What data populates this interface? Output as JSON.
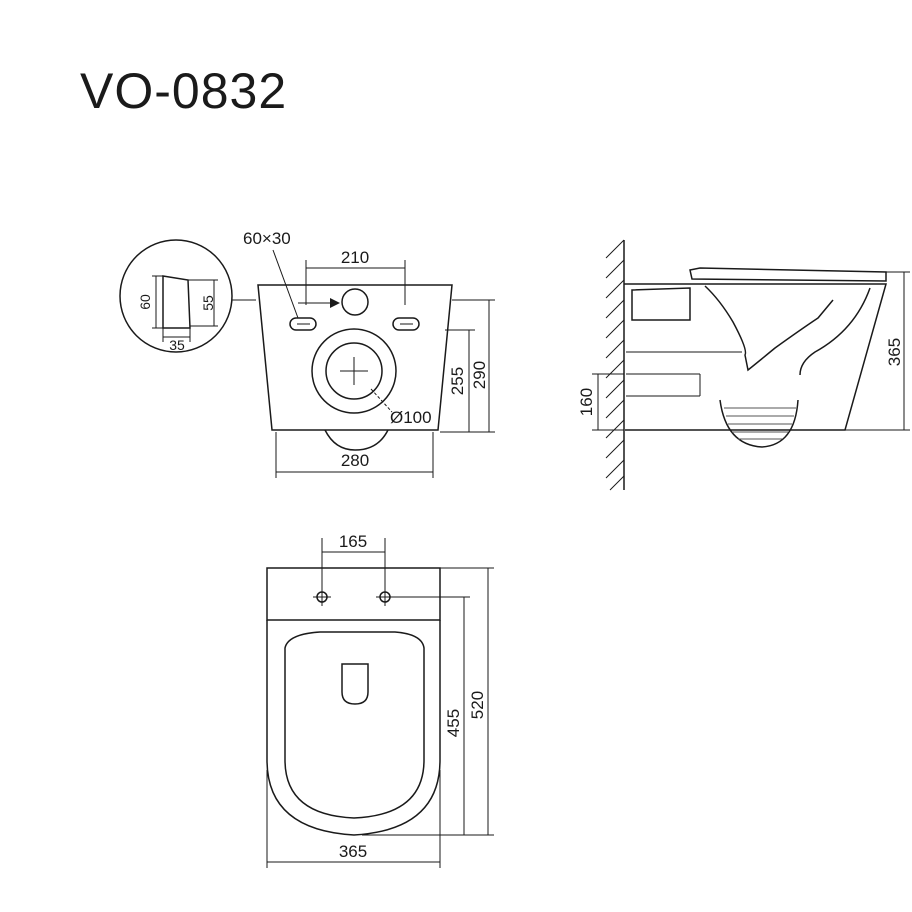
{
  "title": "VO-0832",
  "rear_view": {
    "slot_size": "60×30",
    "bolt_spacing": "210",
    "outlet_height_inner": "255",
    "outlet_height_outer": "290",
    "outlet_diameter": "Ø100",
    "width": "280",
    "detail": {
      "height_left": "60",
      "height_right": "55",
      "depth": "35"
    }
  },
  "side_view": {
    "total_height": "365",
    "outlet_height": "160"
  },
  "top_view": {
    "bolt_spacing": "165",
    "inner_length": "455",
    "total_length": "520",
    "width": "365"
  }
}
